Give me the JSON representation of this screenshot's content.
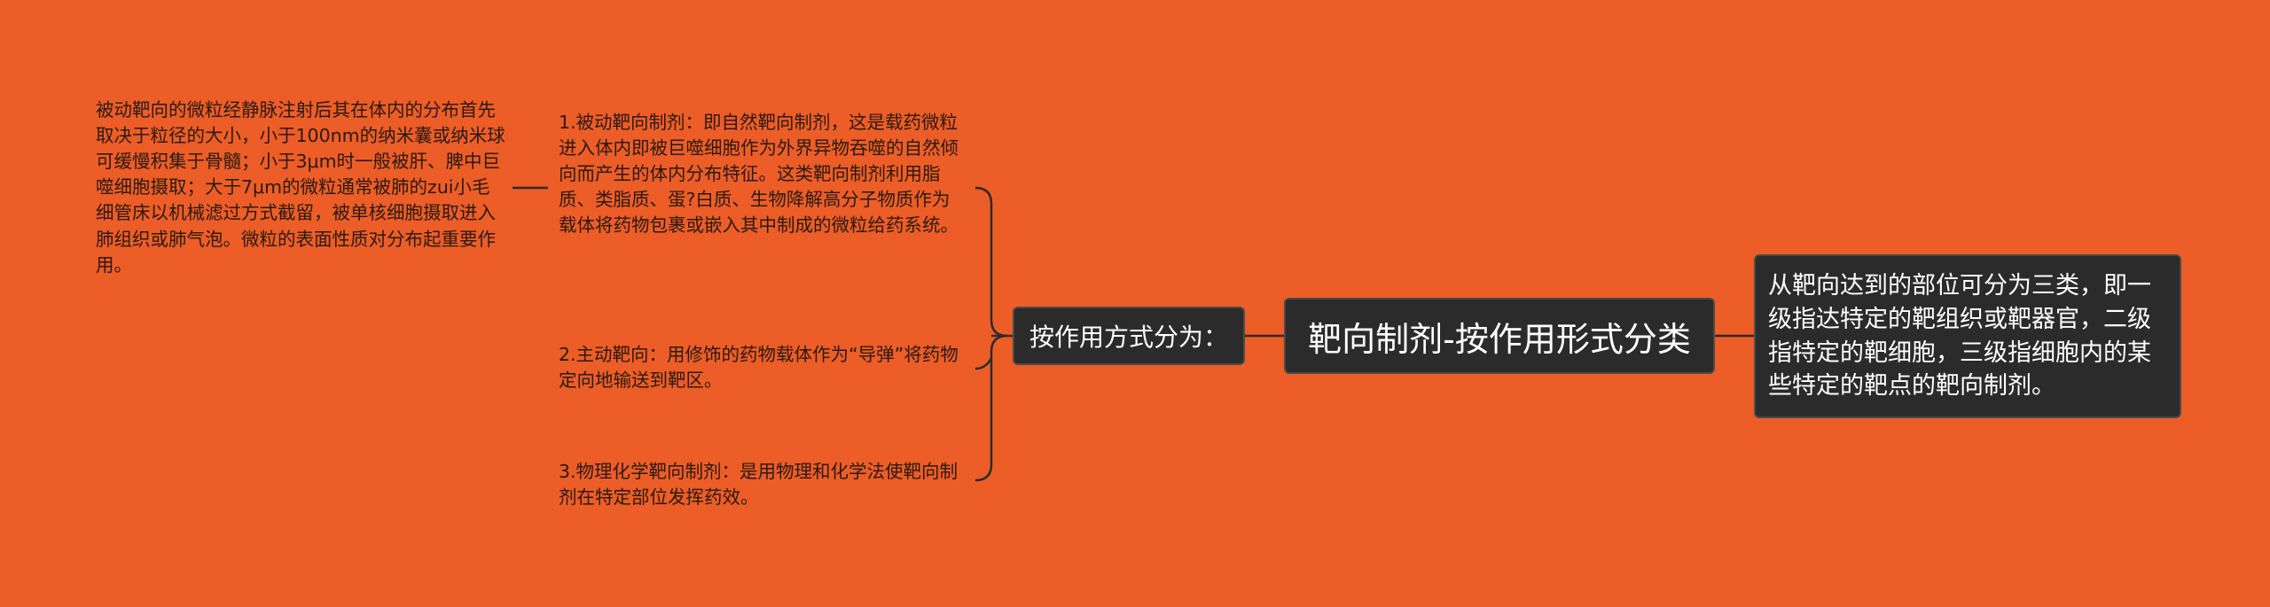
{
  "mindmap": {
    "central_topic": "靶向制剂-按作用形式分类",
    "definition_note": "从靶向达到的部位可分为三类，即一级指达特定的靶组织或靶器官，二级指特定的靶细胞，三级指细胞内的某些特定的靶点的靶向制剂。",
    "method_node": "按作用方式分为：",
    "categories": [
      {
        "text": "1.被动靶向制剂：即自然靶向制剂，这是载药微粒进入体内即被巨噬细胞作为外界异物吞噬的自然倾向而产生的体内分布特征。这类靶向制剂利用脂质、类脂质、蛋?白质、生物降解高分子物质作为载体将药物包裹或嵌入其中制成的微粒给药系统。"
      },
      {
        "text": "2.主动靶向：用修饰的药物载体作为“导弹”将药物定向地输送到靶区。"
      },
      {
        "text": "3.物理化学靶向制剂：是用物理和化学法使靶向制剂在特定部位发挥药效。"
      }
    ],
    "passive_detail": "被动靶向的微粒经静脉注射后其在体内的分布首先取决于粒径的大小，小于100nm的纳米囊或纳米球可缓慢积集于骨髓；小于3μm时一般被肝、脾中巨噬细胞摄取；大于7μm的微粒通常被肺的zui小毛细管床以机械滤过方式截留，被单核细胞摄取进入肺组织或肺气泡。微粒的表面性质对分布起重要作用。"
  },
  "colors": {
    "background": "#ec5d27",
    "node_fill": "#2b2b2b",
    "connector": "#2b2b2b",
    "leaf_text": "#2a1a12"
  }
}
